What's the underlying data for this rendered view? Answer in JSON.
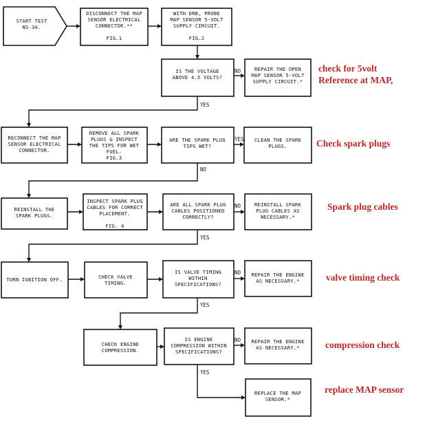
{
  "boxes": {
    "start": [
      "START TEST",
      "NS-3A."
    ],
    "disconnect": [
      "DISCONNECT THE MAP",
      "SENSOR ELECTRICAL",
      "CONNECTOR.**",
      "",
      "FIG.1"
    ],
    "probe": [
      "WITH DRB, PROBE",
      "MAP SENSOR 5-VOLT",
      "SUPPLY CIRCUIT.",
      "",
      "FIG.2"
    ],
    "q_voltage": [
      "IS THE VOLTAGE",
      "ABOVE 4.5 VOLTS?"
    ],
    "repair_open": [
      "REPAIR THE OPEN",
      "MAP SENSOR 5-VOLT",
      "SUPPLY CIRCUIT.*"
    ],
    "reconnect": [
      "RECONNECT THE MAP",
      "SENSOR ELECTRICAL",
      "CONNECTOR."
    ],
    "remove_plugs": [
      "REMOVE ALL SPARK",
      "PLUGS & INSPECT",
      "THE TIPS FOR WET",
      "FUEL.",
      "FIG.3"
    ],
    "q_wet": [
      "ARE THE SPARK PLUG",
      "TIPS WET?"
    ],
    "clean_plugs": [
      "CLEAN THE SPARK",
      "PLUGS."
    ],
    "reinstall_plugs": [
      "REINSTALL THE",
      "SPARK PLUGS."
    ],
    "inspect_cables": [
      "INSPECT SPARK PLUG",
      "CABLES FOR CORRECT",
      "PLACEMENT.",
      "",
      "FIG. 4"
    ],
    "q_cables": [
      "ARE ALL SPARK PLUG",
      "CABLES POSITIONED",
      "CORRECTLY?"
    ],
    "reinstall_cables": [
      "REINSTALL SPARK",
      "PLUG CABLES AS",
      "NECESSARY.*"
    ],
    "ignition_off": [
      "TURN IGNITION OFF."
    ],
    "check_timing": [
      "CHECK VALVE",
      "TIMING."
    ],
    "q_timing": [
      "IS VALVE TIMING",
      "WITHIN",
      "SPECIFICATIONS?"
    ],
    "repair_engine_1": [
      "REPAIR THE ENGINE",
      "AS NECESSARY.*"
    ],
    "check_compression": [
      "CHECK ENGINE",
      "COMPRESSION."
    ],
    "q_compression": [
      "IS ENGINE",
      "COMPRESSION WITHIN",
      "SPECIFICATIONS?"
    ],
    "repair_engine_2": [
      "REPAIR THE ENGINE",
      "AS NECESSARY.*"
    ],
    "replace_sensor": [
      "REPLACE THE MAP",
      "SENSOR.*"
    ]
  },
  "labels": {
    "yes": "YES",
    "no": "NO"
  },
  "annotations": {
    "ref": [
      "check for 5volt",
      "Reference at MAP,"
    ],
    "plugs": "Check spark plugs",
    "cables": "Spark plug cables",
    "timing": "valve timing check",
    "compression": "compression check",
    "replace": "replace MAP sensor"
  }
}
